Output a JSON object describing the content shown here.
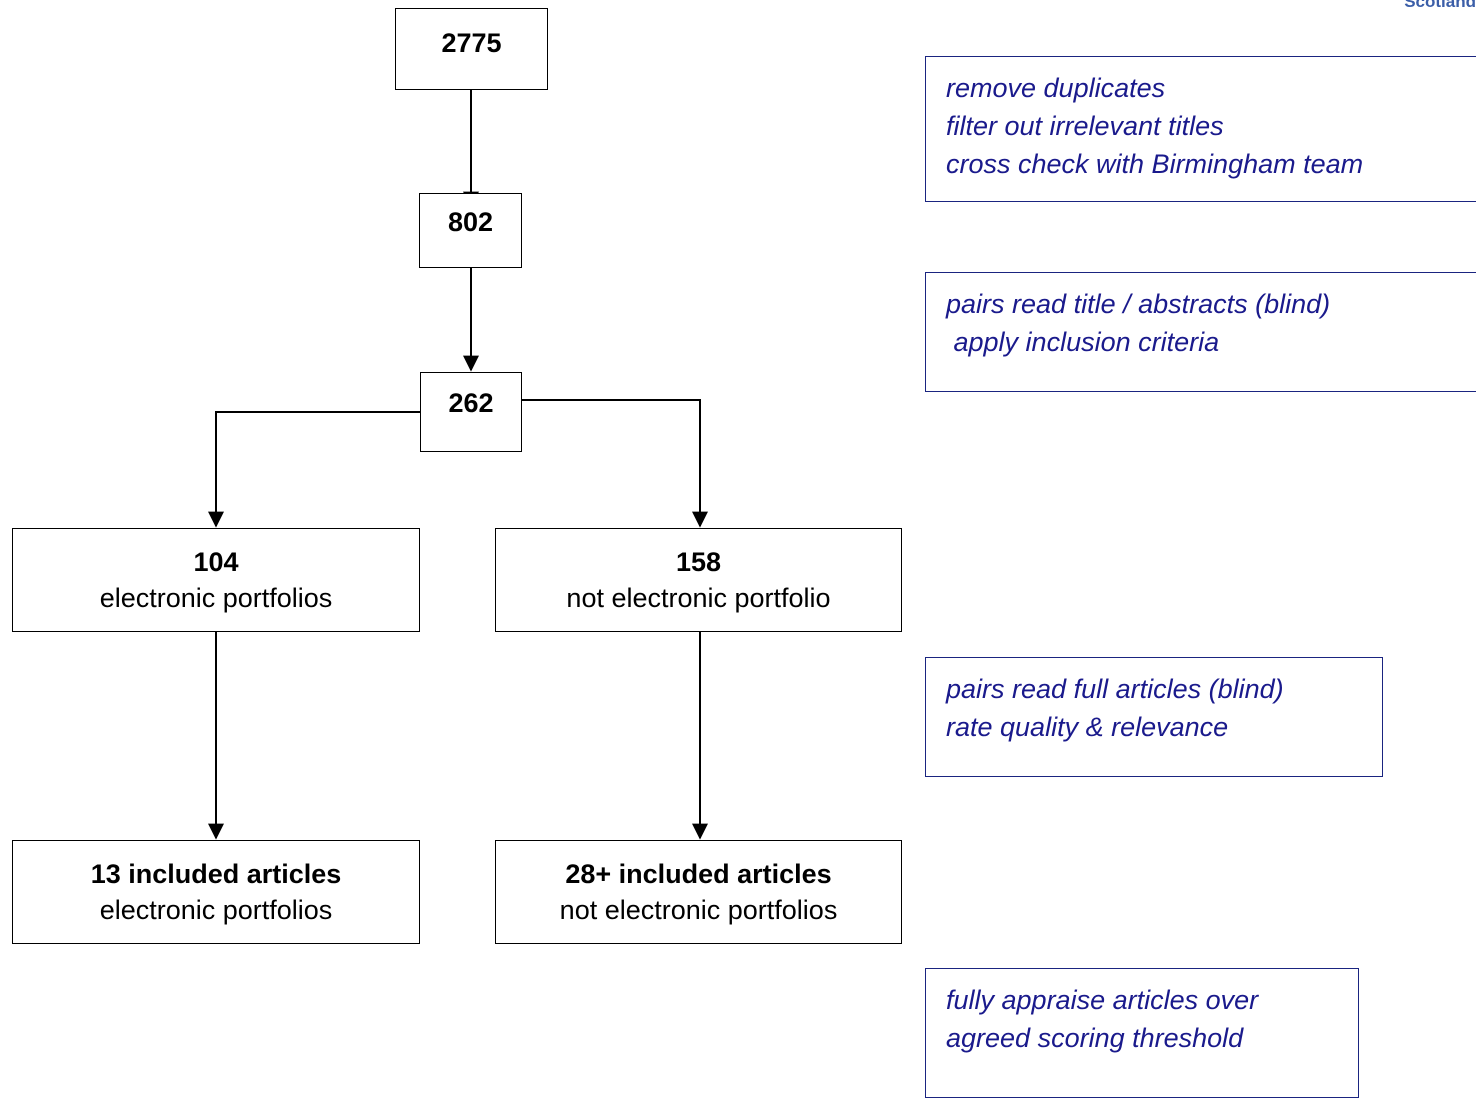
{
  "corner_text": "Scotland",
  "nodes": {
    "n2775": {
      "count": "2775"
    },
    "n802": {
      "count": "802"
    },
    "n262": {
      "count": "262"
    },
    "n104": {
      "count": "104",
      "label": "electronic portfolios"
    },
    "n158": {
      "count": "158",
      "label": "not electronic portfolio"
    },
    "n13": {
      "count": "13 included articles",
      "label": "electronic portfolios"
    },
    "n28": {
      "count": "28+ included articles",
      "label": "not electronic portfolios"
    }
  },
  "notes": {
    "step1": [
      "remove duplicates",
      "filter out irrelevant titles",
      "cross check with Birmingham team"
    ],
    "step2": [
      "pairs read title / abstracts (blind)",
      " apply inclusion criteria"
    ],
    "step3": [
      "pairs read full articles (blind)",
      "rate quality & relevance"
    ],
    "step4": [
      "fully appraise articles over",
      "agreed scoring threshold"
    ]
  },
  "colors": {
    "note_text": "#1a1a8c",
    "note_border": "#1a2480",
    "corner_text": "#3b5ea8"
  }
}
